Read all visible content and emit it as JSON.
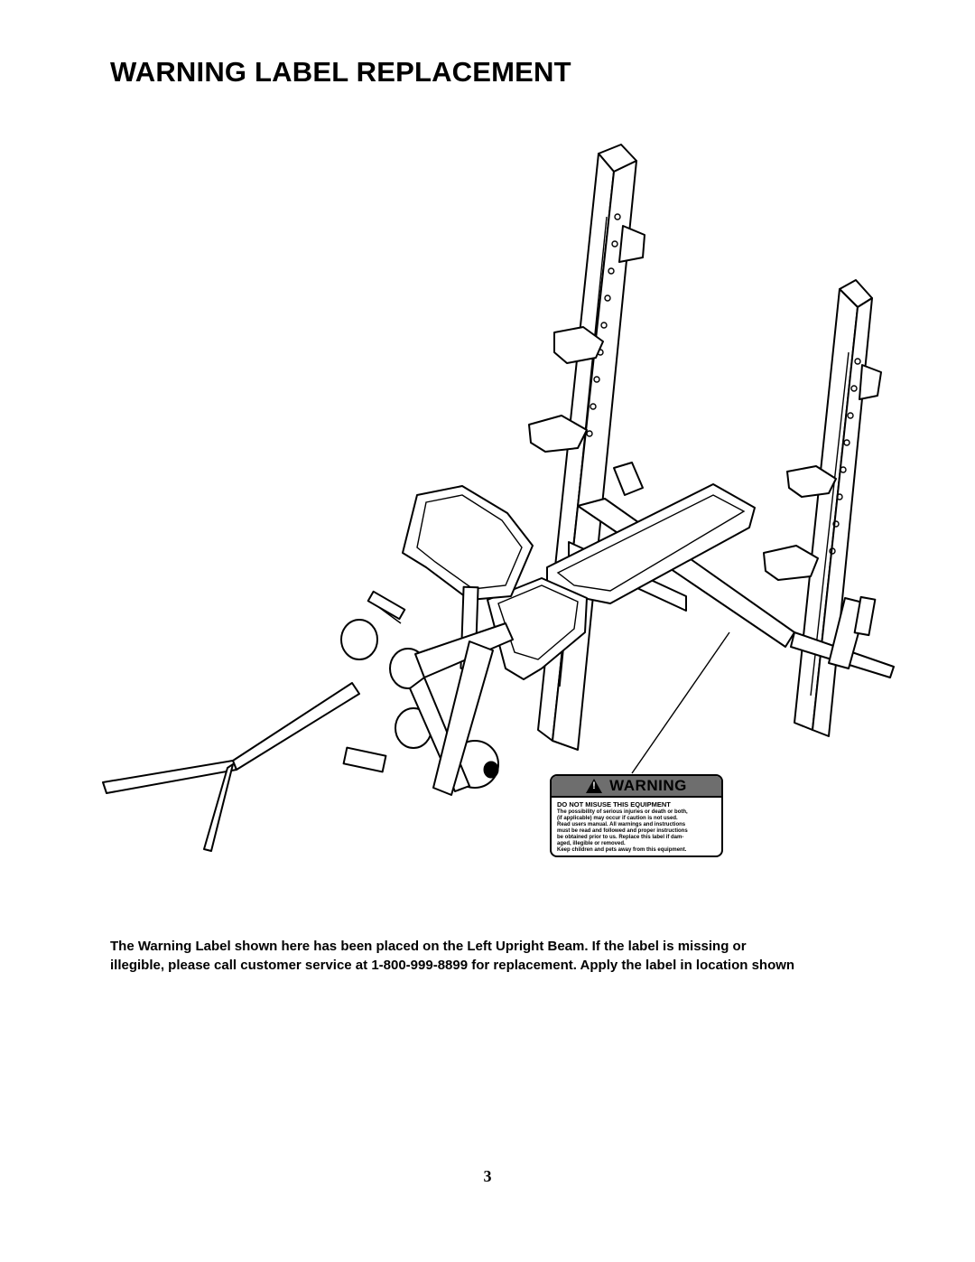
{
  "page": {
    "title": "WARNING LABEL REPLACEMENT",
    "caption_line1": "The Warning Label shown here has been placed on the Left Upright Beam. If the label is missing or",
    "caption_line2": "illegible, please call customer service at 1-800-999-8899 for replacement. Apply the label in location shown",
    "page_number": "3"
  },
  "warning_label": {
    "header": "WARNING",
    "subheader": "DO NOT MISUSE THIS EQUIPMENT",
    "body": "The possibility of serious injuries or death or both,\n(if applicable) may occur if caution is not used.\nRead users manual. All warnings and instructions\nmust be read and followed and proper instructions\nbe obtained prior to us. Replace this label if dam-\naged, illegible or removed.\nKeep children and pets away from this equipment.",
    "icon": "warning-triangle-icon"
  },
  "illustration": {
    "subject": "weight-bench-icon"
  }
}
